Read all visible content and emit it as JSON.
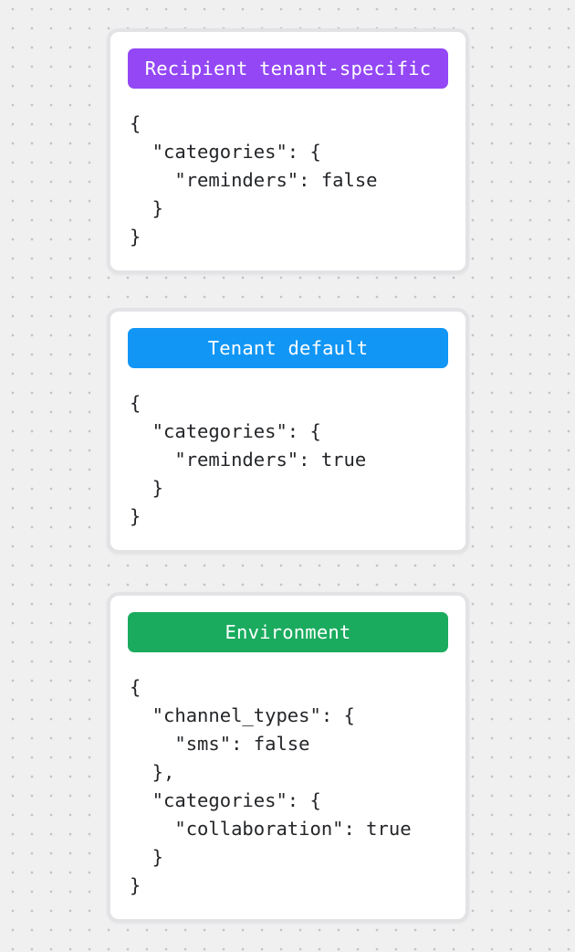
{
  "page": {
    "background_color": "#f0f0f1",
    "dot_color": "#c4c3c6",
    "card_border_color": "#e3e3e6"
  },
  "cards": [
    {
      "name": "recipient-tenant-specific",
      "badge": {
        "label": "Recipient tenant-specific",
        "color": "#9347f5"
      },
      "code": "{\n  \"categories\": {\n    \"reminders\": false\n  }\n}"
    },
    {
      "name": "tenant-default",
      "badge": {
        "label": "Tenant default",
        "color": "#1196f5"
      },
      "code": "{\n  \"categories\": {\n    \"reminders\": true\n  }\n}"
    },
    {
      "name": "environment",
      "badge": {
        "label": "Environment",
        "color": "#1aab5e"
      },
      "code": "{\n  \"channel_types\": {\n    \"sms\": false\n  },\n  \"categories\": {\n    \"collaboration\": true\n  }\n}"
    }
  ]
}
